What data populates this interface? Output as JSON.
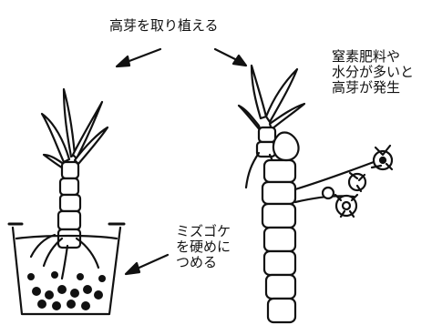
{
  "labels": {
    "title": "高芽を取り植える",
    "nitrogen_note": [
      "窒素肥料や",
      "水分が多いと",
      "高芽が発生"
    ],
    "moss_note": [
      "ミズゴケ",
      "を硬めに",
      "つめる"
    ]
  },
  "colors": {
    "ink": "#111111",
    "background": "#ffffff"
  }
}
